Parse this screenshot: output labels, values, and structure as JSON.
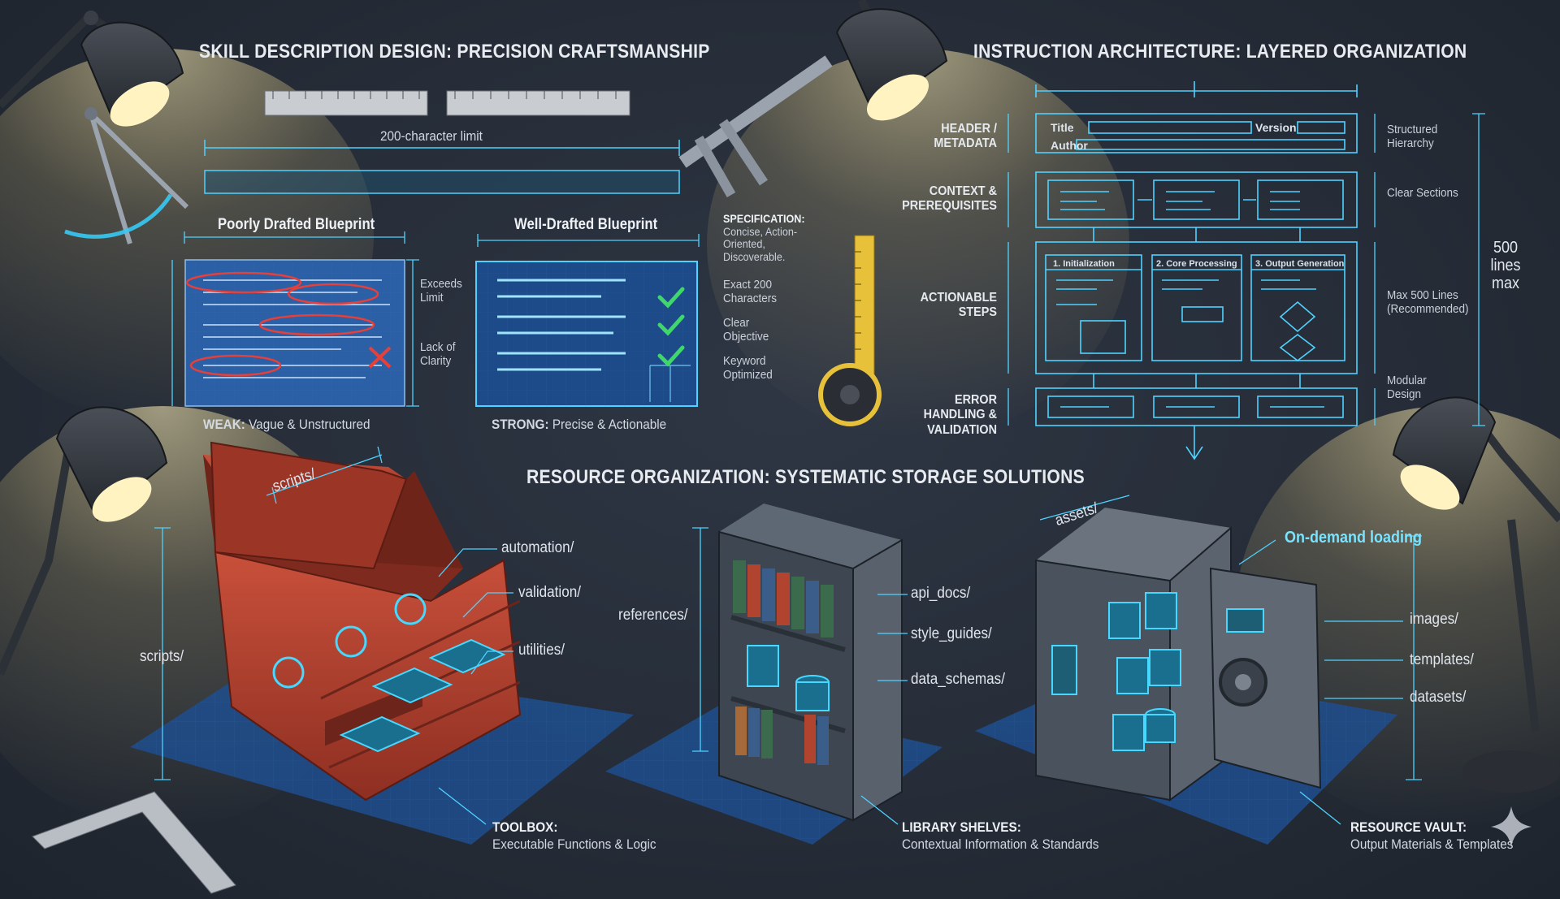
{
  "colors": {
    "background": "#262d38",
    "blueprint_line": "#4fd2ff",
    "warning": "#e5403a",
    "success": "#3fd66b",
    "toolbox": "#c1442f"
  },
  "panels": {
    "skill_description": {
      "title": "SKILL DESCRIPTION DESIGN: PRECISION CRAFTSMANSHIP",
      "limit_label": "200-character limit",
      "poor": {
        "heading": "Poorly Drafted Blueprint",
        "notes": [
          "Exceeds Limit",
          "Lack of Clarity"
        ],
        "caption_bold": "WEAK:",
        "caption": "Vague & Unstructured"
      },
      "good": {
        "heading": "Well-Drafted Blueprint",
        "spec_title": "SPECIFICATION:",
        "spec_text": "Concise, Action-Oriented, Discoverable.",
        "checks": [
          "Exact 200 Characters",
          "Clear Objective",
          "Keyword Optimized"
        ],
        "caption_bold": "STRONG:",
        "caption": "Precise & Actionable"
      }
    },
    "instruction_architecture": {
      "title": "INSTRUCTION ARCHITECTURE: LAYERED ORGANIZATION",
      "left_labels": [
        "HEADER / METADATA",
        "CONTEXT & PREREQUISITES",
        "ACTIONABLE STEPS",
        "ERROR HANDLING & VALIDATION"
      ],
      "right_labels": [
        "Structured Hierarchy",
        "Clear Sections",
        "Max 500 Lines (Recommended)",
        "Modular Design"
      ],
      "form_fields": [
        "Title",
        "Version",
        "Author"
      ],
      "steps": [
        "1. Initialization",
        "2. Core Processing",
        "3. Output Generation"
      ],
      "line_limit": "500 lines max"
    },
    "resource_organization": {
      "title": "RESOURCE ORGANIZATION: SYSTEMATIC STORAGE SOLUTIONS",
      "toolbox": {
        "top_dir": "scripts/",
        "side_dir": "scripts/",
        "subdirs": [
          "automation/",
          "validation/",
          "utilities/"
        ],
        "caption_bold": "TOOLBOX:",
        "caption": "Executable Functions & Logic"
      },
      "library": {
        "side_dir": "references/",
        "subdirs": [
          "api_docs/",
          "style_guides/",
          "data_schemas/"
        ],
        "caption_bold": "LIBRARY SHELVES:",
        "caption": "Contextual Information & Standards"
      },
      "vault": {
        "top_dir": "assets/",
        "highlight": "On-demand loading",
        "subdirs": [
          "images/",
          "templates/",
          "datasets/"
        ],
        "caption_bold": "RESOURCE VAULT:",
        "caption": "Output Materials & Templates"
      }
    }
  }
}
